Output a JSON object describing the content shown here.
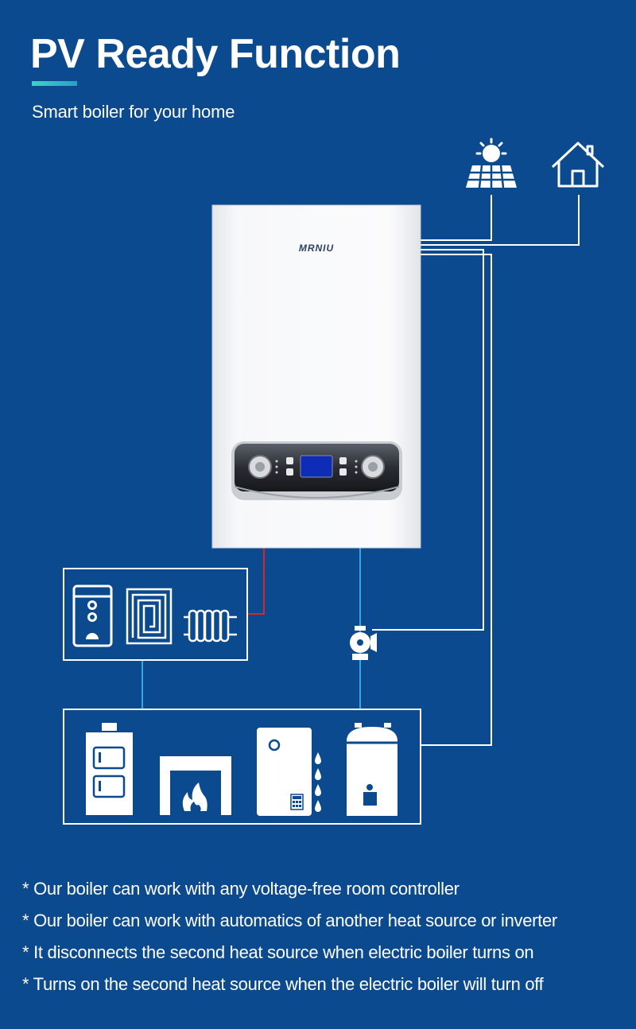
{
  "header": {
    "title": "PV Ready Function",
    "subtitle": "Smart boiler for your home"
  },
  "boiler": {
    "brand": "MRNIU"
  },
  "icons": {
    "top_right": [
      "solar-panel-sun-icon",
      "house-icon"
    ],
    "heating_box": [
      "water-heater-icon",
      "underfloor-heating-icon",
      "radiator-icon"
    ],
    "pipe": [
      "pump-valve-icon"
    ],
    "heat_sources_box": [
      "solid-fuel-boiler-icon",
      "fireplace-icon",
      "electric-boiler-icon",
      "gas-boiler-icon"
    ]
  },
  "colors": {
    "background": "#0b4a8e",
    "accent": "#3fd1c9",
    "hot_pipe": "#e02424",
    "cold_pipe": "#3aa3e8",
    "wire": "#ffffff"
  },
  "notes": [
    "* Our boiler can work with any voltage-free room controller",
    "* Our boiler can work with automatics of another heat source or inverter",
    "* It disconnects the second heat source when electric boiler turns on",
    "* Turns on the second heat source when the electric boiler will turn off"
  ]
}
